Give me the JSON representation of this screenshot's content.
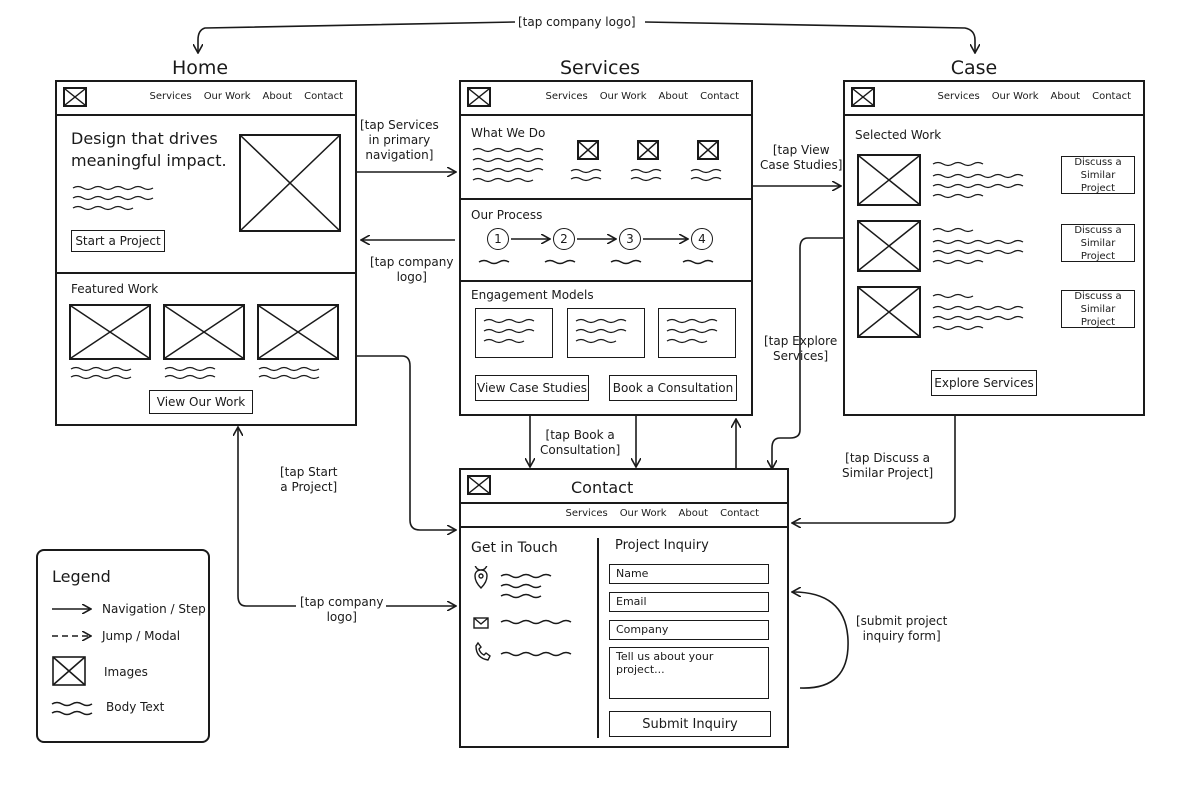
{
  "annotations": {
    "tap_logo_top": "[tap company logo]",
    "tap_services_nav": [
      "[tap Services",
      "in primary",
      "navigation]"
    ],
    "tap_logo_home": [
      "[tap company",
      "logo]"
    ],
    "tap_view_case_studies": [
      "[tap View",
      "Case Studies]"
    ],
    "tap_explore_services": [
      "[tap Explore",
      "Services]"
    ],
    "tap_book_consultation": [
      "[tap Book a",
      "Consultation]"
    ],
    "tap_discuss": [
      "[tap Discuss a",
      "Similar Project]"
    ],
    "tap_start_project": [
      "[tap Start",
      "a Project]"
    ],
    "tap_logo_contact": [
      "[tap company",
      "logo]"
    ],
    "submit_form": [
      "[submit project",
      "inquiry form]"
    ]
  },
  "nav": {
    "items": [
      "Services",
      "Our Work",
      "About",
      "Contact"
    ]
  },
  "home": {
    "title": "Home",
    "headline": [
      "Design that drives",
      "meaningful impact."
    ],
    "start_button": "Start a Project",
    "featured_heading": "Featured Work",
    "view_work_button": "View Our Work"
  },
  "services": {
    "title": "Services",
    "what_we_do": "What We Do",
    "our_process": "Our Process",
    "steps": [
      "1",
      "2",
      "3",
      "4"
    ],
    "engagement_models": "Engagement Models",
    "view_case_studies_button": "View Case Studies",
    "book_button": "Book a Consultation"
  },
  "case_studies": {
    "title": "Case Studies",
    "selected_work": "Selected Work",
    "discuss_button": [
      "Discuss a",
      "Similar Project"
    ],
    "explore_button": "Explore Services"
  },
  "contact": {
    "title": "Contact",
    "get_in_touch": "Get in Touch",
    "project_inquiry": "Project Inquiry",
    "fields": {
      "name": "Name",
      "email": "Email",
      "company": "Company",
      "message": "Tell us about your project..."
    },
    "submit_button": "Submit Inquiry"
  },
  "legend": {
    "title": "Legend",
    "items": [
      "Navigation / Step",
      "Jump / Modal",
      "Images",
      "Body Text"
    ]
  }
}
